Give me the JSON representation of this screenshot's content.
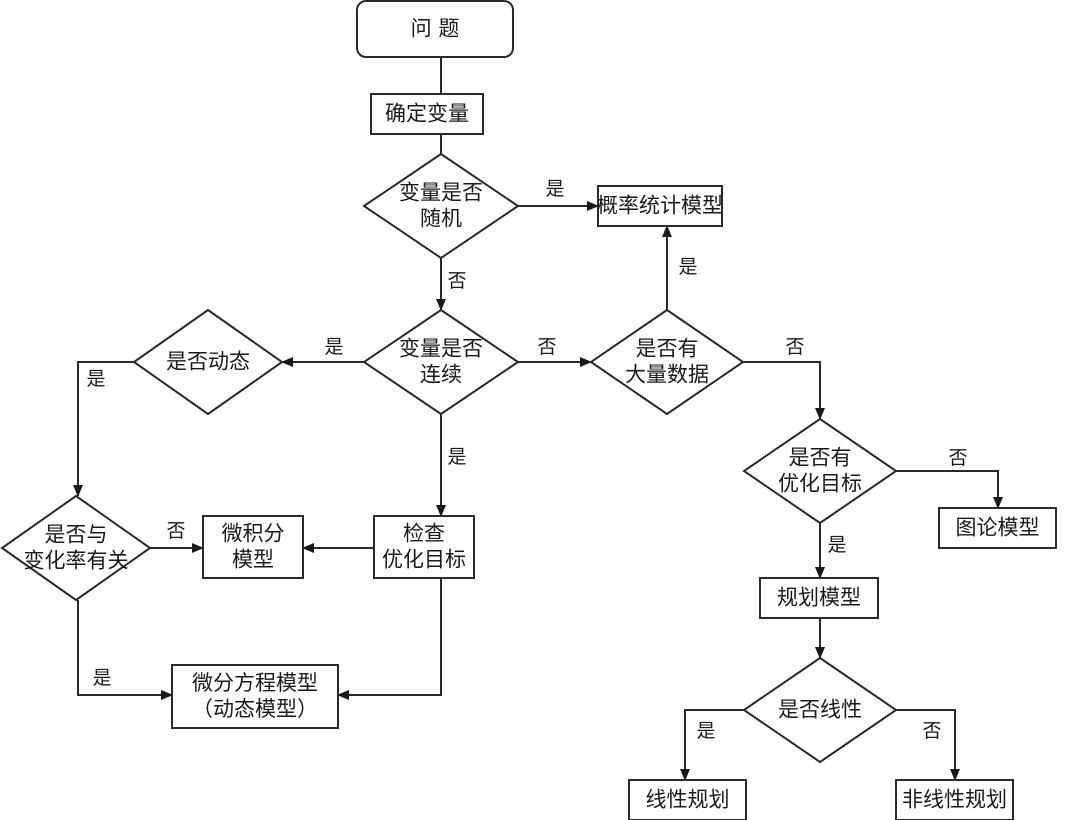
{
  "diagram": {
    "type": "flowchart",
    "nodes": [
      {
        "id": "problem",
        "shape": "rounded-rect",
        "lines": [
          "问  题"
        ]
      },
      {
        "id": "determine-variables",
        "shape": "rect",
        "lines": [
          "确定变量"
        ]
      },
      {
        "id": "is-random",
        "shape": "diamond",
        "lines": [
          "变量是否",
          "随机"
        ]
      },
      {
        "id": "probability-model",
        "shape": "rect",
        "lines": [
          "概率统计模型"
        ]
      },
      {
        "id": "is-continuous",
        "shape": "diamond",
        "lines": [
          "变量是否",
          "连续"
        ]
      },
      {
        "id": "has-big-data",
        "shape": "diamond",
        "lines": [
          "是否有",
          "大量数据"
        ]
      },
      {
        "id": "is-dynamic",
        "shape": "diamond",
        "lines": [
          "是否动态"
        ]
      },
      {
        "id": "rate-related",
        "shape": "diamond",
        "lines": [
          "是否与",
          "变化率有关"
        ]
      },
      {
        "id": "calculus-model",
        "shape": "rect",
        "lines": [
          "微积分",
          "模型"
        ]
      },
      {
        "id": "check-optimization",
        "shape": "rect",
        "lines": [
          "检查",
          "优化目标"
        ]
      },
      {
        "id": "differential-model",
        "shape": "rect",
        "lines": [
          "微分方程模型",
          "（动态模型）"
        ]
      },
      {
        "id": "has-optimization",
        "shape": "diamond",
        "lines": [
          "是否有",
          "优化目标"
        ]
      },
      {
        "id": "graph-model",
        "shape": "rect",
        "lines": [
          "图论模型"
        ]
      },
      {
        "id": "programming-model",
        "shape": "rect",
        "lines": [
          "规划模型"
        ]
      },
      {
        "id": "is-linear",
        "shape": "diamond",
        "lines": [
          "是否线性"
        ]
      },
      {
        "id": "linear-programming",
        "shape": "rect",
        "lines": [
          "线性规划"
        ]
      },
      {
        "id": "nonlinear-programming",
        "shape": "rect",
        "lines": [
          "非线性规划"
        ]
      }
    ],
    "edges": [
      {
        "id": "e1",
        "from": "problem",
        "to": "determine-variables",
        "label": ""
      },
      {
        "id": "e2",
        "from": "determine-variables",
        "to": "is-random",
        "label": ""
      },
      {
        "id": "e3",
        "from": "is-random",
        "to": "probability-model",
        "label": "是"
      },
      {
        "id": "e4",
        "from": "is-random",
        "to": "is-continuous",
        "label": "否"
      },
      {
        "id": "e5",
        "from": "is-continuous",
        "to": "has-big-data",
        "label": "否"
      },
      {
        "id": "e6",
        "from": "has-big-data",
        "to": "probability-model",
        "label": "是"
      },
      {
        "id": "e7",
        "from": "has-big-data",
        "to": "has-optimization",
        "label": "否"
      },
      {
        "id": "e8",
        "from": "is-continuous",
        "to": "is-dynamic",
        "label": "是"
      },
      {
        "id": "e9",
        "from": "is-continuous",
        "to": "check-optimization",
        "label": "是"
      },
      {
        "id": "e10",
        "from": "is-dynamic",
        "to": "rate-related",
        "label": "是"
      },
      {
        "id": "e11",
        "from": "rate-related",
        "to": "calculus-model",
        "label": "否"
      },
      {
        "id": "e12",
        "from": "check-optimization",
        "to": "calculus-model",
        "label": ""
      },
      {
        "id": "e13",
        "from": "rate-related",
        "to": "differential-model",
        "label": "是"
      },
      {
        "id": "e14",
        "from": "check-optimization",
        "to": "differential-model",
        "label": ""
      },
      {
        "id": "e15",
        "from": "has-optimization",
        "to": "graph-model",
        "label": "否"
      },
      {
        "id": "e16",
        "from": "has-optimization",
        "to": "programming-model",
        "label": "是"
      },
      {
        "id": "e17",
        "from": "programming-model",
        "to": "is-linear",
        "label": ""
      },
      {
        "id": "e18",
        "from": "is-linear",
        "to": "linear-programming",
        "label": "是"
      },
      {
        "id": "e19",
        "from": "is-linear",
        "to": "nonlinear-programming",
        "label": "否"
      }
    ]
  }
}
